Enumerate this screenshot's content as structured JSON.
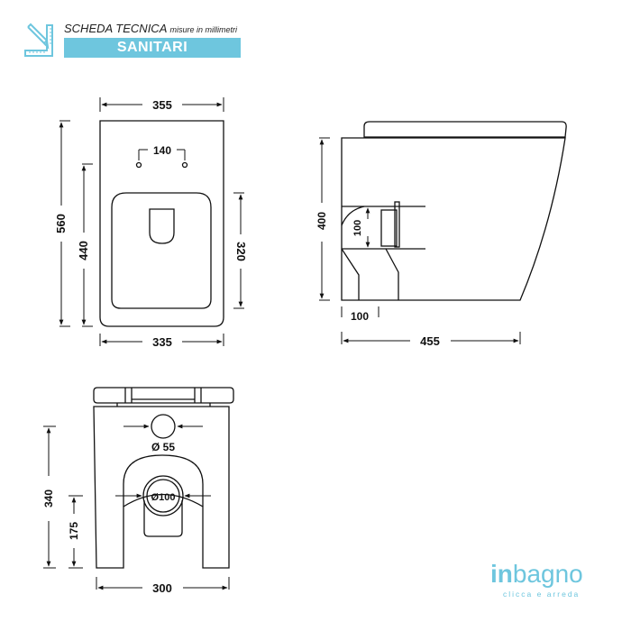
{
  "header": {
    "title": "SCHEDA TECNICA",
    "subtitle": "misure in millimetri",
    "band_label": "SANITARI",
    "icon": "pencil-ruler-icon",
    "accent_color": "#6ec6de"
  },
  "top_view": {
    "width_top": "355",
    "hole_spacing": "140",
    "total_depth": "560",
    "seat_depth": "440",
    "bowl_depth": "320",
    "width_bottom": "335"
  },
  "side_view": {
    "height": "400",
    "outlet_diameter": "100",
    "outlet_offset": "100",
    "total_length": "455"
  },
  "rear_view": {
    "inlet_diameter": "Ø 55",
    "outlet_diameter": "Ø100",
    "total_height": "340",
    "outlet_height": "175",
    "base_width": "300"
  },
  "logo": {
    "brand_in": "in",
    "brand_rest": "bagno",
    "tagline": "clicca e arreda",
    "color": "#6ec6de"
  }
}
